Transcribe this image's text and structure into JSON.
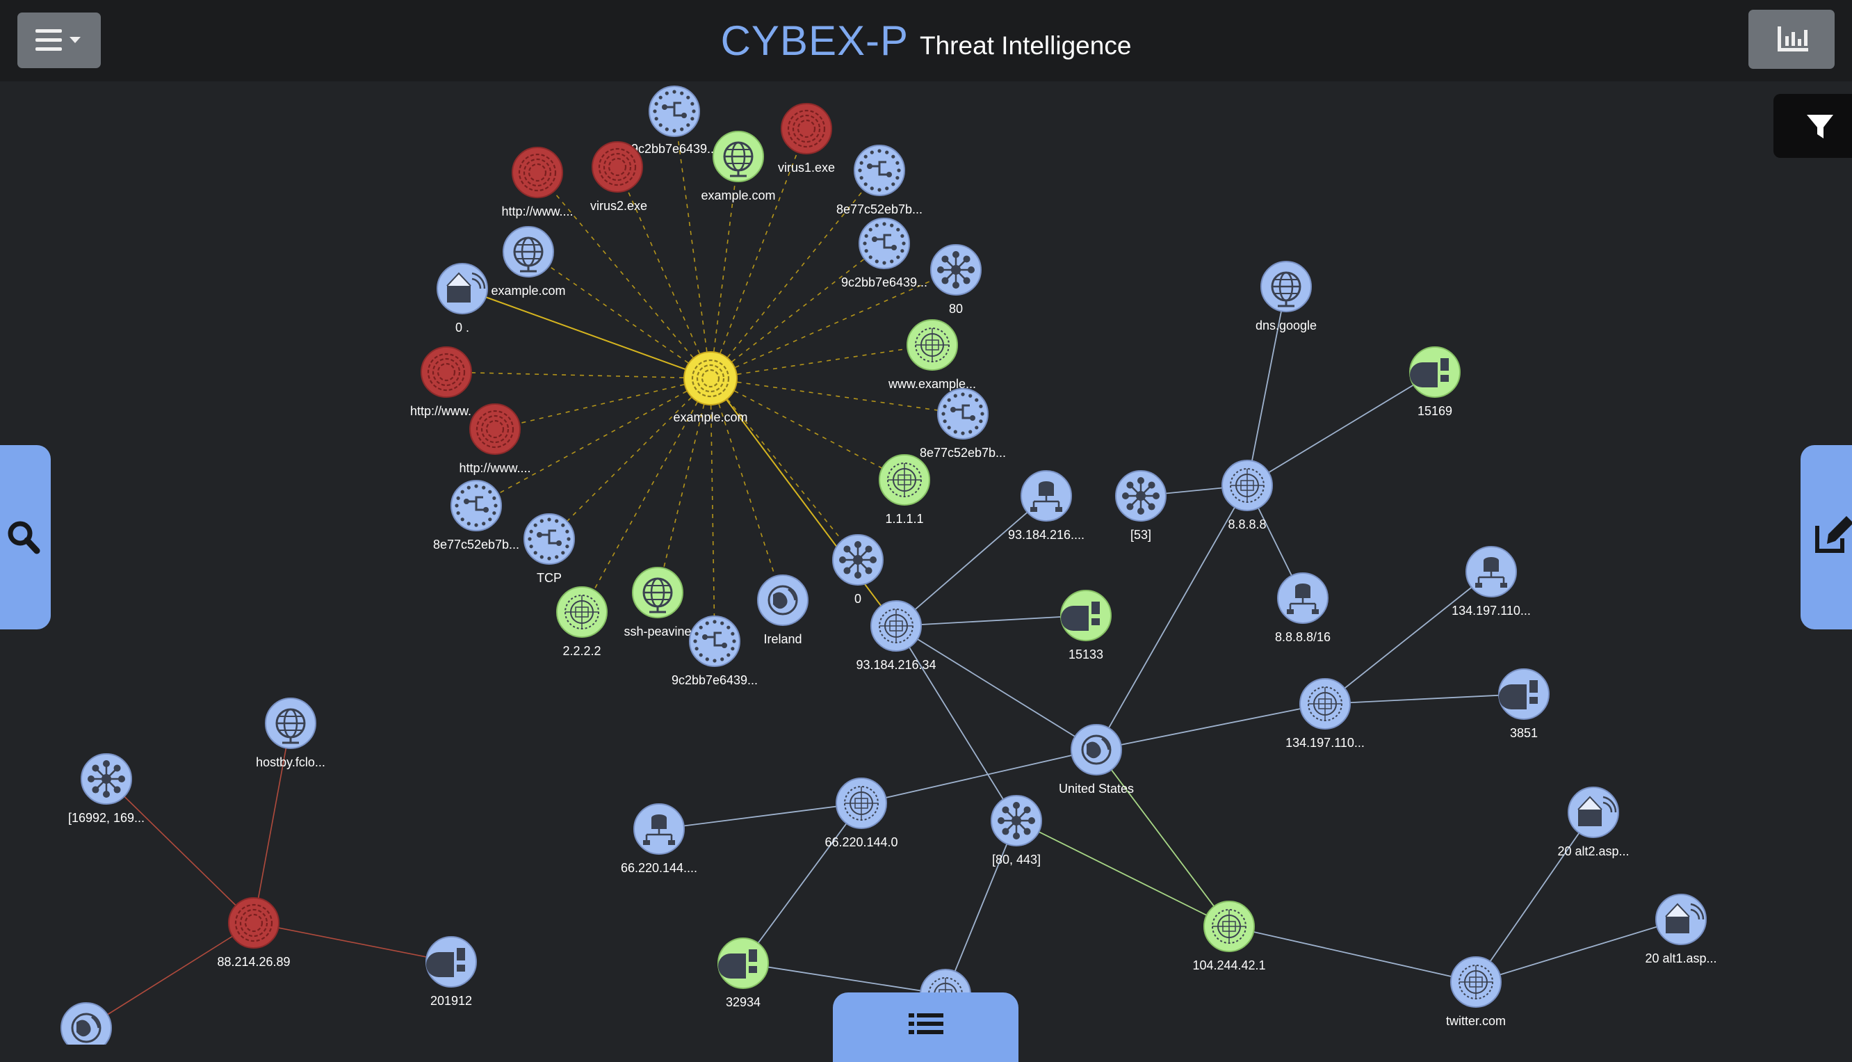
{
  "header": {
    "brand": "CYBEX-P",
    "subtitle": "Threat Intelligence"
  },
  "colors": {
    "background": "#222427",
    "topbar": "#1b1c1e",
    "accent": "#7fa9f0",
    "node_blue": "#a3bff2",
    "node_green": "#b4ee93",
    "node_red": "#b63a3a",
    "node_yellow": "#f2de3f",
    "edge_blue": "#9fb3cf",
    "edge_red": "#b14b3d",
    "edge_green": "#a8d886",
    "edge_yellow": "#c9a81e"
  },
  "icons": {
    "menu": "hamburger-menu-icon",
    "chart": "bar-chart-icon",
    "filter": "filter-funnel-icon",
    "search": "search-icon",
    "edit": "edit-icon",
    "list": "list-icon"
  },
  "graph": {
    "nodes": [
      {
        "id": "n_domain_center",
        "label": "example.com",
        "color": "yellow",
        "icon": "threat-icon"
      },
      {
        "id": "n_hash_top",
        "label": "9c2bb7e6439...",
        "color": "blue",
        "icon": "hash-icon"
      },
      {
        "id": "n_virus1",
        "label": "virus1.exe",
        "color": "red",
        "icon": "threat-icon"
      },
      {
        "id": "n_virus2",
        "label": "virus2.exe",
        "color": "red",
        "icon": "threat-icon"
      },
      {
        "id": "n_example_green",
        "label": "example.com",
        "color": "green",
        "icon": "globe-icon"
      },
      {
        "id": "n_url1",
        "label": "http://www....",
        "color": "red",
        "icon": "threat-icon"
      },
      {
        "id": "n_hash_8e77_a",
        "label": "8e77c52eb7b...",
        "color": "blue",
        "icon": "hash-icon"
      },
      {
        "id": "n_hash_9c2_b",
        "label": "9c2bb7e6439...",
        "color": "blue",
        "icon": "hash-icon"
      },
      {
        "id": "n_example_blue",
        "label": "example.com",
        "color": "blue",
        "icon": "globe-icon"
      },
      {
        "id": "n_port80",
        "label": "80",
        "color": "blue",
        "icon": "port-icon"
      },
      {
        "id": "n_email0",
        "label": "0 .",
        "color": "blue",
        "icon": "email-icon"
      },
      {
        "id": "n_www_example",
        "label": "www.example...",
        "color": "green",
        "icon": "ip-icon"
      },
      {
        "id": "n_url2",
        "label": "http://www.",
        "color": "red",
        "icon": "threat-icon"
      },
      {
        "id": "n_hash_8e77_b",
        "label": "8e77c52eb7b...",
        "color": "blue",
        "icon": "hash-icon"
      },
      {
        "id": "n_url3",
        "label": "http://www....",
        "color": "red",
        "icon": "threat-icon"
      },
      {
        "id": "n_1111",
        "label": "1.1.1.1",
        "color": "green",
        "icon": "ip-icon"
      },
      {
        "id": "n_hash_8e77_c",
        "label": "8e77c52eb7b...",
        "color": "blue",
        "icon": "hash-icon"
      },
      {
        "id": "n_tcp",
        "label": "TCP",
        "color": "blue",
        "icon": "hash-icon"
      },
      {
        "id": "n_port0",
        "label": "0",
        "color": "blue",
        "icon": "port-icon"
      },
      {
        "id": "n_2222",
        "label": "2.2.2.2",
        "color": "green",
        "icon": "ip-icon"
      },
      {
        "id": "n_ssh",
        "label": "ssh-peavine",
        "color": "green",
        "icon": "globe-icon"
      },
      {
        "id": "n_ireland",
        "label": "Ireland",
        "color": "blue",
        "icon": "country-icon"
      },
      {
        "id": "n_hash_9c2_c",
        "label": "9c2bb7e6439...",
        "color": "blue",
        "icon": "hash-icon"
      },
      {
        "id": "n_93_34",
        "label": "93.184.216.34",
        "color": "blue",
        "icon": "ip-icon"
      },
      {
        "id": "n_93_sub",
        "label": "93.184.216....",
        "color": "blue",
        "icon": "subnet-icon"
      },
      {
        "id": "n_15133",
        "label": "15133",
        "color": "green",
        "icon": "asn-icon"
      },
      {
        "id": "n_53",
        "label": "[53]",
        "color": "blue",
        "icon": "port-icon"
      },
      {
        "id": "n_8888",
        "label": "8.8.8.8",
        "color": "blue",
        "icon": "ip-icon"
      },
      {
        "id": "n_dnsgoogle",
        "label": "dns.google",
        "color": "blue",
        "icon": "globe-icon"
      },
      {
        "id": "n_15169",
        "label": "15169",
        "color": "green",
        "icon": "asn-icon"
      },
      {
        "id": "n_8888_16",
        "label": "8.8.8.8/16",
        "color": "blue",
        "icon": "subnet-icon"
      },
      {
        "id": "n_134_sub",
        "label": "134.197.110...",
        "color": "blue",
        "icon": "subnet-icon"
      },
      {
        "id": "n_134_ip",
        "label": "134.197.110...",
        "color": "blue",
        "icon": "ip-icon"
      },
      {
        "id": "n_3851",
        "label": "3851",
        "color": "blue",
        "icon": "asn-icon"
      },
      {
        "id": "n_us",
        "label": "United States",
        "color": "blue",
        "icon": "country-icon"
      },
      {
        "id": "n_66_ip",
        "label": "66.220.144.0",
        "color": "blue",
        "icon": "ip-icon"
      },
      {
        "id": "n_66_sub",
        "label": "66.220.144....",
        "color": "blue",
        "icon": "subnet-icon"
      },
      {
        "id": "n_80_443",
        "label": "[80, 443]",
        "color": "blue",
        "icon": "port-icon"
      },
      {
        "id": "n_104",
        "label": "104.244.42.1",
        "color": "green",
        "icon": "ip-icon"
      },
      {
        "id": "n_32934",
        "label": "32934",
        "color": "green",
        "icon": "asn-icon"
      },
      {
        "id": "n_twitter",
        "label": "twitter.com",
        "color": "blue",
        "icon": "ip-icon"
      },
      {
        "id": "n_alt2",
        "label": "20 alt2.asp...",
        "color": "blue",
        "icon": "email-icon"
      },
      {
        "id": "n_alt1",
        "label": "20 alt1.asp...",
        "color": "blue",
        "icon": "email-icon"
      },
      {
        "id": "n_hostby",
        "label": "hostby.fclo...",
        "color": "blue",
        "icon": "globe-icon"
      },
      {
        "id": "n_16992",
        "label": "[16992, 169...",
        "color": "blue",
        "icon": "port-icon"
      },
      {
        "id": "n_88",
        "label": "88.214.26.89",
        "color": "red",
        "icon": "threat-icon"
      },
      {
        "id": "n_201912",
        "label": "201912",
        "color": "blue",
        "icon": "asn-icon"
      },
      {
        "id": "n_bottom_ip",
        "label": "",
        "color": "blue",
        "icon": "ip-icon"
      },
      {
        "id": "n_bottom_country",
        "label": "",
        "color": "blue",
        "icon": "country-icon"
      }
    ],
    "edges": [
      [
        "n_domain_center",
        "n_hash_top",
        "yellow-dashed"
      ],
      [
        "n_domain_center",
        "n_virus1",
        "yellow-dashed"
      ],
      [
        "n_domain_center",
        "n_virus2",
        "yellow-dashed"
      ],
      [
        "n_domain_center",
        "n_example_green",
        "yellow-dashed"
      ],
      [
        "n_domain_center",
        "n_url1",
        "yellow-dashed"
      ],
      [
        "n_domain_center",
        "n_hash_8e77_a",
        "yellow-dashed"
      ],
      [
        "n_domain_center",
        "n_hash_9c2_b",
        "yellow-dashed"
      ],
      [
        "n_domain_center",
        "n_example_blue",
        "yellow-dashed"
      ],
      [
        "n_domain_center",
        "n_port80",
        "yellow-dashed"
      ],
      [
        "n_domain_center",
        "n_email0",
        "yellow-solid"
      ],
      [
        "n_domain_center",
        "n_www_example",
        "yellow-dashed"
      ],
      [
        "n_domain_center",
        "n_url2",
        "yellow-dashed"
      ],
      [
        "n_domain_center",
        "n_hash_8e77_b",
        "yellow-dashed"
      ],
      [
        "n_domain_center",
        "n_url3",
        "yellow-dashed"
      ],
      [
        "n_domain_center",
        "n_1111",
        "yellow-dashed"
      ],
      [
        "n_domain_center",
        "n_hash_8e77_c",
        "yellow-dashed"
      ],
      [
        "n_domain_center",
        "n_tcp",
        "yellow-dashed"
      ],
      [
        "n_domain_center",
        "n_port0",
        "yellow-dashed"
      ],
      [
        "n_domain_center",
        "n_2222",
        "yellow-dashed"
      ],
      [
        "n_domain_center",
        "n_ssh",
        "yellow-dashed"
      ],
      [
        "n_domain_center",
        "n_ireland",
        "yellow-dashed"
      ],
      [
        "n_domain_center",
        "n_hash_9c2_c",
        "yellow-dashed"
      ],
      [
        "n_domain_center",
        "n_93_34",
        "yellow-solid"
      ],
      [
        "n_93_34",
        "n_93_sub",
        "blue"
      ],
      [
        "n_93_34",
        "n_15133",
        "blue"
      ],
      [
        "n_93_34",
        "n_us",
        "blue"
      ],
      [
        "n_93_34",
        "n_80_443",
        "blue"
      ],
      [
        "n_8888",
        "n_dnsgoogle",
        "blue"
      ],
      [
        "n_8888",
        "n_15169",
        "blue"
      ],
      [
        "n_8888",
        "n_53",
        "blue"
      ],
      [
        "n_8888",
        "n_8888_16",
        "blue"
      ],
      [
        "n_8888",
        "n_us",
        "blue"
      ],
      [
        "n_134_ip",
        "n_134_sub",
        "blue"
      ],
      [
        "n_134_ip",
        "n_3851",
        "blue"
      ],
      [
        "n_134_ip",
        "n_us",
        "blue"
      ],
      [
        "n_us",
        "n_66_ip",
        "blue"
      ],
      [
        "n_us",
        "n_104",
        "green"
      ],
      [
        "n_66_ip",
        "n_66_sub",
        "blue"
      ],
      [
        "n_66_ip",
        "n_32934",
        "blue"
      ],
      [
        "n_80_443",
        "n_104",
        "green"
      ],
      [
        "n_80_443",
        "n_bottom_ip",
        "blue"
      ],
      [
        "n_32934",
        "n_bottom_ip",
        "blue"
      ],
      [
        "n_104",
        "n_twitter",
        "blue"
      ],
      [
        "n_twitter",
        "n_alt2",
        "blue"
      ],
      [
        "n_twitter",
        "n_alt1",
        "blue"
      ],
      [
        "n_88",
        "n_hostby",
        "red"
      ],
      [
        "n_88",
        "n_16992",
        "red"
      ],
      [
        "n_88",
        "n_201912",
        "red"
      ],
      [
        "n_88",
        "n_bottom_country",
        "red"
      ]
    ]
  }
}
